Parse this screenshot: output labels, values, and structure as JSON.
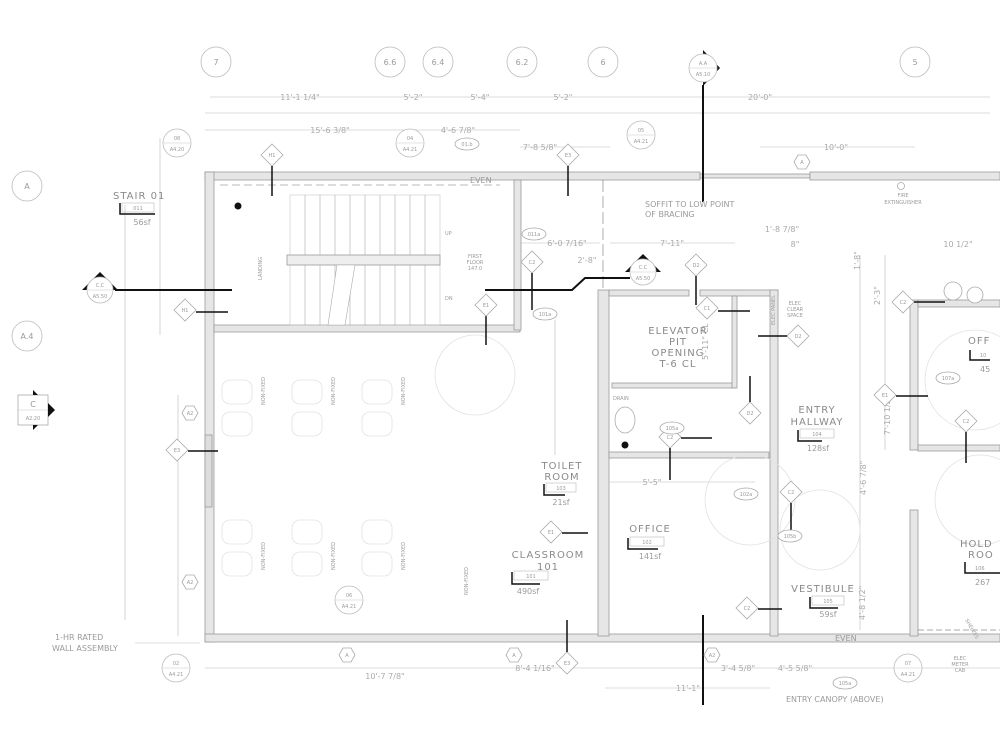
{
  "grid_bubbles": [
    "7",
    "6.6",
    "6.4",
    "6.2",
    "6",
    "5",
    "A",
    "A.4"
  ],
  "section_markers": [
    {
      "id": "A.A",
      "sheet": "A5.10"
    },
    {
      "id": "C.C",
      "sheet": "A5.50"
    },
    {
      "id": "C.C",
      "sheet": "A5.50"
    },
    {
      "id": "C",
      "sheet": "A2.20"
    }
  ],
  "detail_refs": [
    {
      "id": "08",
      "sheet": "A4.20"
    },
    {
      "id": "04",
      "sheet": "A4.21"
    },
    {
      "id": "05",
      "sheet": "A4.21"
    },
    {
      "id": "06",
      "sheet": "A4.21"
    },
    {
      "id": "02",
      "sheet": "A4.21"
    },
    {
      "id": "07",
      "sheet": "A4.21"
    }
  ],
  "dimensions": {
    "top_row1": [
      "11'-1 1/4\"",
      "5'-2\"",
      "5'-4\"",
      "5'-2\"",
      "20'-0\""
    ],
    "top_row2": [
      "15'-6 3/8\"",
      "4'-6 7/8\""
    ],
    "top_row3": [
      "7'-8 5/8\"",
      "10'-0\""
    ],
    "interior": [
      "6'-0 7/16\"",
      "2'-8\"",
      "7'-11\"",
      "1'-8 7/8\"",
      "8\"",
      "10 1/2\"",
      "5'-5\"",
      "2'-3\"",
      "1'-8\"",
      "4'-6 7/8\"",
      "7'-10 1/2\"",
      "5'-11\" CL",
      "4'-8 1/2\""
    ],
    "bottom": [
      "10'-7 7/8\"",
      "8'-4 1/16\"",
      "3'-4 5/8\"",
      "4'-5 5/8\"",
      "11'-1\""
    ]
  },
  "rooms": [
    {
      "name": "STAIR 01",
      "number": "011",
      "area": "56sf"
    },
    {
      "name": "CLASSROOM",
      "sub": "101",
      "number": "101",
      "area": "490sf"
    },
    {
      "name": "OFFICE",
      "number": "102",
      "area": "141sf"
    },
    {
      "name": "TOILET",
      "name2": "ROOM",
      "number": "103",
      "area": "21sf"
    },
    {
      "name": "ENTRY",
      "name2": "HALLWAY",
      "number": "104",
      "area": "128sf"
    },
    {
      "name": "VESTIBULE",
      "number": "105",
      "area": "59sf"
    },
    {
      "name": "OFF",
      "number": "10",
      "area": "45"
    },
    {
      "name": "HOLD",
      "name2": "ROO",
      "number": "106",
      "area": "267"
    }
  ],
  "elevator": [
    "ELEVATOR",
    "PIT",
    "OPENING",
    "T-6 CL"
  ],
  "hex_tags": [
    "A",
    "A",
    "A",
    "A2",
    "A2",
    "A2"
  ],
  "diamond_tags": [
    "H1",
    "H1",
    "E3",
    "E3",
    "E3",
    "C2",
    "C2",
    "C2",
    "C2",
    "C2",
    "C2",
    "C1",
    "D2",
    "D2",
    "D2",
    "E1",
    "E1",
    "E1"
  ],
  "door_tags": [
    "01.b",
    "011a",
    "101a",
    "107a",
    "105a",
    "102a",
    "105b",
    "105a"
  ],
  "notes": {
    "soffit": [
      "SOFFIT TO LOW POINT",
      "OF BRACING"
    ],
    "fire_ext": [
      "FIRE",
      "EXTINGUISHER"
    ],
    "first_floor": [
      "FIRST",
      "FLOOR",
      "147.0"
    ],
    "wall_assembly": [
      "1-HR RATED",
      "WALL ASSEMBLY"
    ],
    "entry_canopy": "ENTRY CANOPY (ABOVE)",
    "even": "EVEN",
    "drain": "DRAIN",
    "shelves": "SHELVES",
    "meter": [
      "ELEC",
      "METER",
      "CAB"
    ],
    "elec_clear": [
      "ELEC",
      "CLEAR",
      "SPACE"
    ],
    "elec_panel": "ELEC PANEL",
    "non_fixed": "NON-FIXED",
    "landing": "LANDING",
    "up": "UP",
    "dn": "DN"
  }
}
